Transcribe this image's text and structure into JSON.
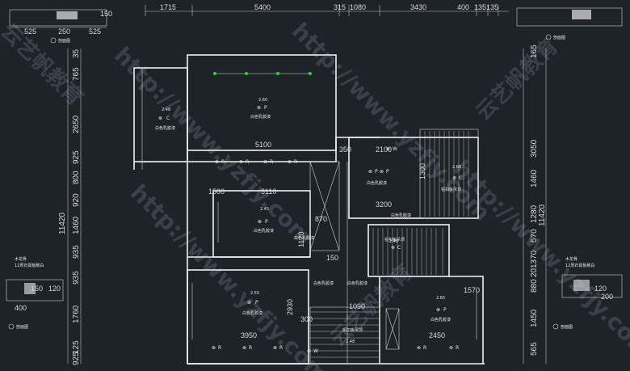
{
  "top_dims": [
    "1715",
    "5400",
    "315",
    "1080",
    "3430",
    "400",
    "135",
    "135"
  ],
  "left_dims": [
    "765",
    "35",
    "2650",
    "925",
    "800",
    "920",
    "1460",
    "935",
    "935",
    "1760",
    "125",
    "925"
  ],
  "left_total": "11420",
  "right_dims": [
    "165",
    "3050",
    "1460",
    "1280",
    "570",
    "1370",
    "20",
    "880",
    "1450",
    "565"
  ],
  "right_total": "11420",
  "interior_dims": [
    "5100",
    "3110",
    "1500",
    "870",
    "1120",
    "2930",
    "3950",
    "300",
    "2450",
    "1570",
    "1090",
    "350",
    "2100",
    "3200",
    "1300",
    "150"
  ],
  "top_left_detail": {
    "dims": [
      "525",
      "250",
      "525",
      "150"
    ],
    "caption": "剖面图"
  },
  "top_right_caption": "剖面图",
  "left_detail": {
    "note1": "木龙骨",
    "note2": "12厚石膏板刷白",
    "dims": [
      "150",
      "400",
      "120"
    ],
    "caption": "剖面图"
  },
  "right_detail": {
    "note1": "木龙骨",
    "note2": "12厚石膏板刷白",
    "dims": [
      "120",
      "200"
    ],
    "caption": "剖面图"
  },
  "ceiling_label": "白色乳胶漆",
  "ceiling_label_side": "白色乳胶漆",
  "wet_label": "铝扣板吊顶",
  "heights": [
    "2.60",
    "2.48",
    "2.45",
    "2.55",
    "2.60",
    "2.48",
    "2.65",
    "2.48"
  ],
  "fixtures": {
    "pendant": "P",
    "ceiling": "C",
    "recessed": "R",
    "wall": "W"
  },
  "watermarks": [
    "http://www.yzfjy.com",
    "云艺帆教育"
  ]
}
